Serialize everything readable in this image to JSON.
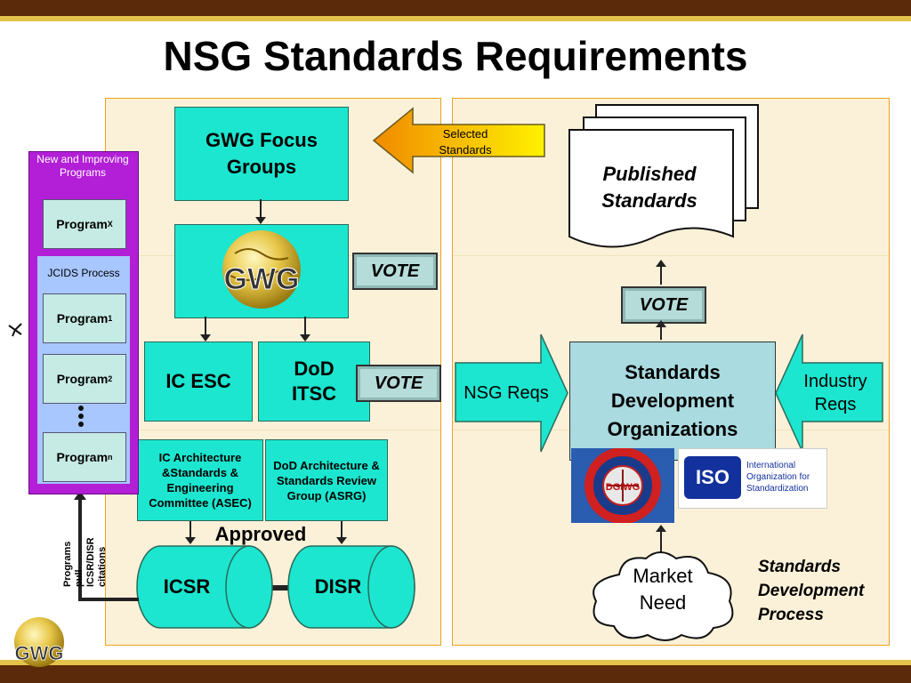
{
  "title": "NSG Standards Requirements",
  "left_panel": {
    "gwg_focus": "GWG Focus Groups",
    "gwg_logo_text": "GWG",
    "ic_esc": "IC ESC",
    "dod_itsc": "DoD ITSC",
    "asec": "IC Architecture &Standards & Engineering Committee (ASEC)",
    "asrg": "DoD Architecture & Standards Review Group (ASRG)",
    "approved": "Approved",
    "icsr": "ICSR",
    "disr": "DISR",
    "vote1": "VOTE",
    "vote2": "VOTE",
    "selected_standards": "Selected Standards"
  },
  "programs": {
    "header": "New and Improving Programs",
    "prog_x_base": "Program",
    "prog_x_sub": "X",
    "jcids": "JCIDS Process",
    "prog1_base": "Program",
    "prog1_sub": "1",
    "prog2_base": "Program",
    "prog2_sub": "2",
    "progn_base": "Program",
    "progn_sub": "n",
    "pull_label": "Programs pull ICSR/DISR citations"
  },
  "right_panel": {
    "published": "Published Standards",
    "vote": "VOTE",
    "sdo": "Standards Development Organizations",
    "nsg_reqs": "NSG Reqs",
    "industry_reqs": "Industry Reqs",
    "market_need": "Market Need",
    "dgiwg_text": "DGIWG",
    "iso_mark": "ISO",
    "iso_name": "International Organization for Standardization",
    "process_label": "Standards Development Process"
  },
  "footer_logo_text": "GWG",
  "colors": {
    "teal": "#1ce6cf",
    "purple": "#b21fd6",
    "panel": "#fbf1d8",
    "brown": "#5a2a0a",
    "gold": "#e3c24a"
  }
}
